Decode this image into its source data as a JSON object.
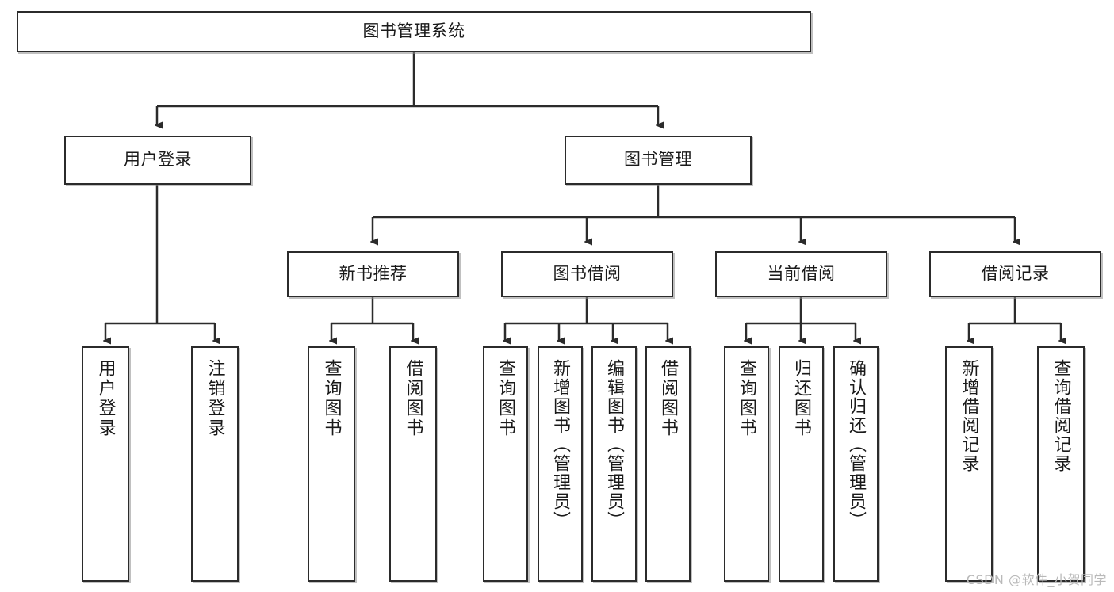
{
  "diagram": {
    "type": "tree",
    "title": "图书管理系统",
    "orientation": "top-down",
    "colors": {
      "box_border": "#2b2b2b",
      "box_fill": "#ffffff",
      "connector": "#2b2b2b",
      "text": "#1a1a1a",
      "watermark": "#b9b9b9",
      "background": "#ffffff"
    },
    "root": {
      "label": "图书管理系统",
      "text_direction": "horizontal"
    },
    "level2": [
      {
        "label": "用户登录",
        "text_direction": "horizontal"
      },
      {
        "label": "图书管理",
        "text_direction": "horizontal"
      }
    ],
    "level3": [
      {
        "label": "新书推荐",
        "text_direction": "horizontal"
      },
      {
        "label": "图书借阅",
        "text_direction": "horizontal"
      },
      {
        "label": "当前借阅",
        "text_direction": "horizontal"
      },
      {
        "label": "借阅记录",
        "text_direction": "horizontal"
      }
    ],
    "leaves": {
      "user_login": [
        {
          "label": "用户登录",
          "text_direction": "vertical"
        },
        {
          "label": "注销登录",
          "text_direction": "vertical"
        }
      ],
      "new_book_recommend": [
        {
          "label": "查询图书",
          "text_direction": "vertical"
        },
        {
          "label": "借阅图书",
          "text_direction": "vertical"
        }
      ],
      "book_borrow": [
        {
          "label": "查询图书",
          "text_direction": "vertical"
        },
        {
          "label": "新增图书（管理员）",
          "text_direction": "vertical"
        },
        {
          "label": "编辑图书（管理员）",
          "text_direction": "vertical"
        },
        {
          "label": "借阅图书",
          "text_direction": "vertical"
        }
      ],
      "current_borrow": [
        {
          "label": "查询图书",
          "text_direction": "vertical"
        },
        {
          "label": "归还图书",
          "text_direction": "vertical"
        },
        {
          "label": "确认归还（管理员）",
          "text_direction": "vertical"
        }
      ],
      "borrow_record": [
        {
          "label": "新增借阅记录",
          "text_direction": "vertical"
        },
        {
          "label": "查询借阅记录",
          "text_direction": "vertical"
        }
      ]
    }
  },
  "watermark": {
    "text": "CSDN @软件_小贺同学"
  }
}
